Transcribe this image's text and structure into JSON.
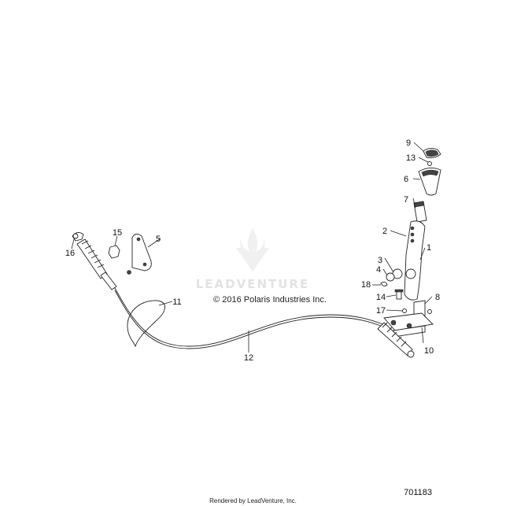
{
  "diagram": {
    "watermark_text": "LEADVENTURE",
    "copyright": "© 2016 Polaris Industries Inc.",
    "diagram_number": "701183",
    "rendered_by": "Rendered by LeadVenture, Inc.",
    "callouts": [
      "1",
      "2",
      "3",
      "4",
      "5",
      "6",
      "7",
      "8",
      "9",
      "10",
      "11",
      "12",
      "13",
      "14",
      "15",
      "16",
      "17",
      "18"
    ]
  }
}
